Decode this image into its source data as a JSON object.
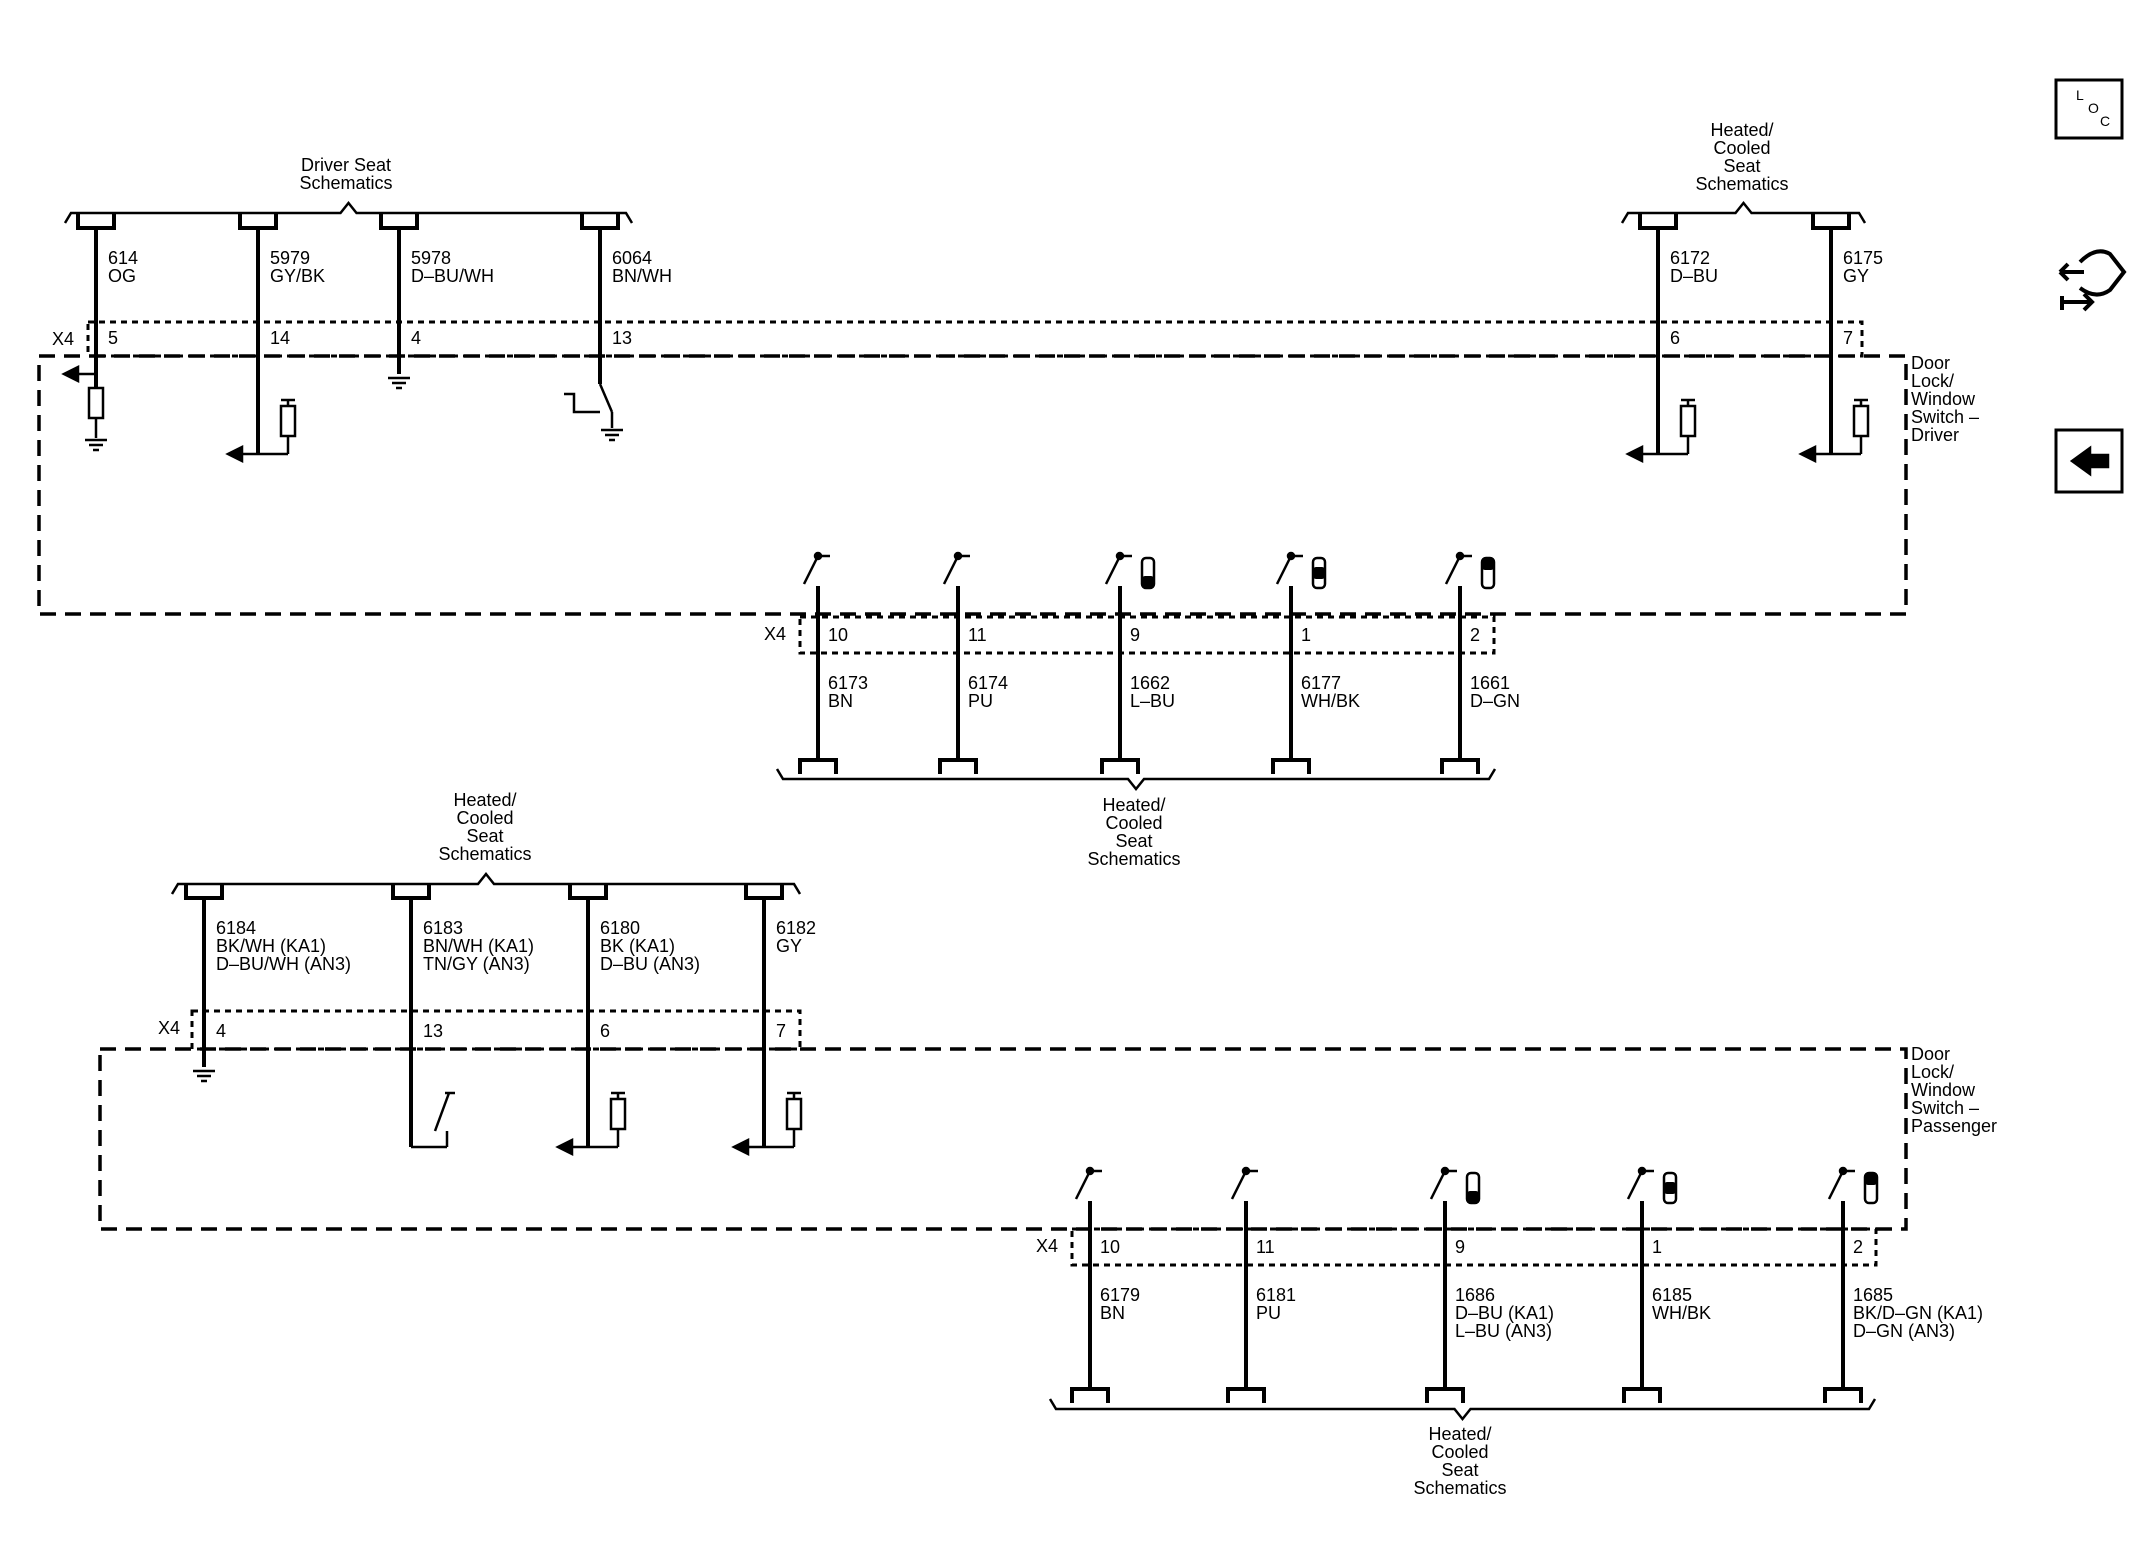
{
  "nav": {
    "loc_icon_letters": [
      "L",
      "O",
      "C"
    ],
    "loc_icon": "location-view-icon",
    "connector_icon": "harness-connector-icon",
    "back_icon": "back-arrow-icon"
  },
  "diagram": {
    "driver": {
      "module": [
        "Door",
        "Lock/",
        "Window",
        "Switch –",
        "Driver"
      ],
      "connector": "X4",
      "refs": [
        {
          "lines": [
            "Driver Seat",
            "Schematics"
          ]
        },
        {
          "lines": [
            "Heated/",
            "Cooled",
            "Seat",
            "Schematics"
          ]
        },
        {
          "lines": [
            "Heated/",
            "Cooled",
            "Seat",
            "Schematics"
          ]
        }
      ],
      "top_circuits": [
        {
          "pin": "5",
          "circuit": "614",
          "color": [
            "OG"
          ],
          "load": "pulldown-resistor"
        },
        {
          "pin": "14",
          "circuit": "5979",
          "color": [
            "GY/BK"
          ],
          "load": "pullup-resistor"
        },
        {
          "pin": "4",
          "circuit": "5978",
          "color": [
            "D–BU/WH"
          ],
          "load": "ground"
        },
        {
          "pin": "13",
          "circuit": "6064",
          "color": [
            "BN/WH"
          ],
          "load": "switch-to-ground"
        },
        {
          "pin": "6",
          "circuit": "6172",
          "color": [
            "D–BU"
          ],
          "load": "pullup-resistor"
        },
        {
          "pin": "7",
          "circuit": "6175",
          "color": [
            "GY"
          ],
          "load": "pullup-resistor"
        }
      ],
      "bottom_circuits": [
        {
          "pin": "10",
          "circuit": "6173",
          "color": [
            "BN"
          ],
          "indicator": "none"
        },
        {
          "pin": "11",
          "circuit": "6174",
          "color": [
            "PU"
          ],
          "indicator": "none"
        },
        {
          "pin": "9",
          "circuit": "1662",
          "color": [
            "L–BU"
          ],
          "indicator": "led-low"
        },
        {
          "pin": "1",
          "circuit": "6177",
          "color": [
            "WH/BK"
          ],
          "indicator": "led-mid"
        },
        {
          "pin": "2",
          "circuit": "1661",
          "color": [
            "D–GN"
          ],
          "indicator": "led-high"
        }
      ]
    },
    "passenger": {
      "module": [
        "Door",
        "Lock/",
        "Window",
        "Switch –",
        "Passenger"
      ],
      "connector": "X4",
      "refs": [
        {
          "lines": [
            "Heated/",
            "Cooled",
            "Seat",
            "Schematics"
          ]
        },
        {
          "lines": [
            "Heated/",
            "Cooled",
            "Seat",
            "Schematics"
          ]
        }
      ],
      "top_circuits": [
        {
          "pin": "4",
          "circuit": "6184",
          "color": [
            "BK/WH (KA1)",
            "D–BU/WH (AN3)"
          ],
          "load": "ground"
        },
        {
          "pin": "13",
          "circuit": "6183",
          "color": [
            "BN/WH (KA1)",
            "TN/GY (AN3)"
          ],
          "load": "switch"
        },
        {
          "pin": "6",
          "circuit": "6180",
          "color": [
            "BK (KA1)",
            "D–BU (AN3)"
          ],
          "load": "pullup-resistor"
        },
        {
          "pin": "7",
          "circuit": "6182",
          "color": [
            "GY"
          ],
          "load": "pullup-resistor"
        }
      ],
      "bottom_circuits": [
        {
          "pin": "10",
          "circuit": "6179",
          "color": [
            "BN"
          ],
          "indicator": "none"
        },
        {
          "pin": "11",
          "circuit": "6181",
          "color": [
            "PU"
          ],
          "indicator": "none"
        },
        {
          "pin": "9",
          "circuit": "1686",
          "color": [
            "D–BU (KA1)",
            "L–BU (AN3)"
          ],
          "indicator": "led-low"
        },
        {
          "pin": "1",
          "circuit": "6185",
          "color": [
            "WH/BK"
          ],
          "indicator": "led-mid"
        },
        {
          "pin": "2",
          "circuit": "1685",
          "color": [
            "BK/D–GN (KA1)",
            "D–GN (AN3)"
          ],
          "indicator": "led-high"
        }
      ]
    }
  }
}
